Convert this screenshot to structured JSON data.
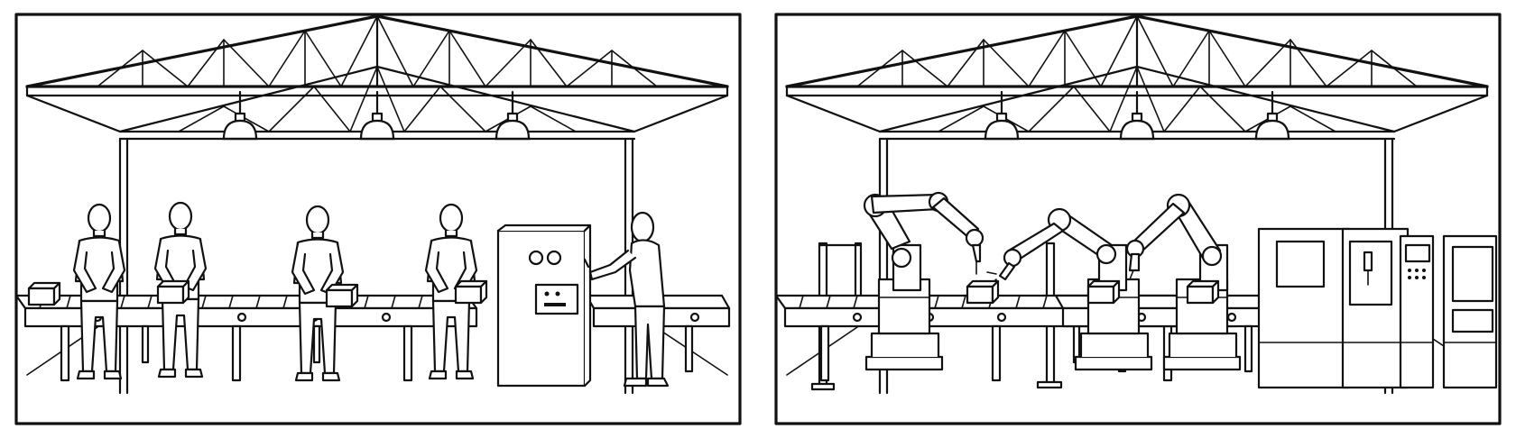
{
  "panels": [
    {
      "scene": "manual-assembly-line",
      "workers": 5,
      "lamps": 3,
      "boxes": 4
    },
    {
      "scene": "robotic-assembly-line",
      "robot_arms": 3,
      "lamps": 3,
      "boxes": 3,
      "cnc_machines": 2
    }
  ],
  "colors": {
    "line": "#111111",
    "fill": "#ffffff"
  },
  "icons": [
    "lamp-icon",
    "worker-icon",
    "box-icon",
    "robot-arm-icon",
    "cnc-machine-icon",
    "control-cabinet-icon"
  ]
}
